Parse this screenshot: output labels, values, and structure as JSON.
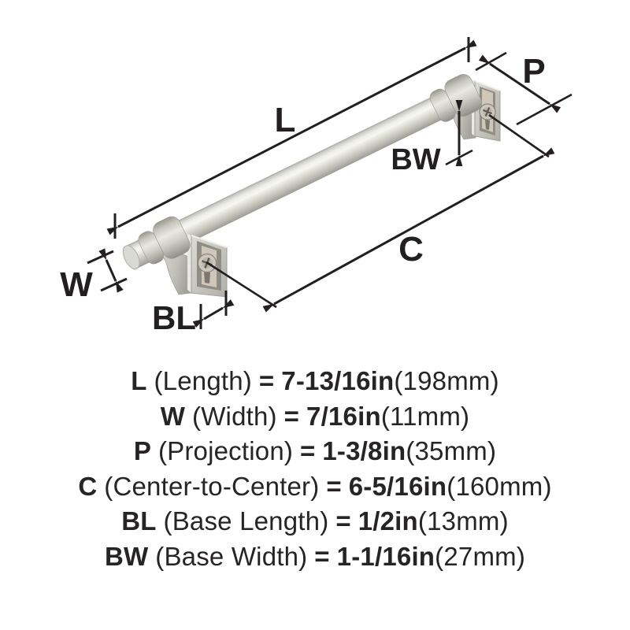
{
  "diagram": {
    "dim_labels": {
      "L": "L",
      "W": "W",
      "P": "P",
      "C": "C",
      "BL": "BL",
      "BW": "BW"
    }
  },
  "specs": [
    {
      "code": "L",
      "name": "(Length)",
      "eq": "=",
      "imperial": "7-13/16in",
      "metric": "(198mm)"
    },
    {
      "code": "W",
      "name": "(Width)",
      "eq": "=",
      "imperial": "7/16in",
      "metric": "(11mm)"
    },
    {
      "code": "P",
      "name": "(Projection)",
      "eq": "=",
      "imperial": "1-3/8in",
      "metric": "(35mm)"
    },
    {
      "code": "C",
      "name": "(Center-to-Center)",
      "eq": "=",
      "imperial": "6-5/16in",
      "metric": "(160mm)"
    },
    {
      "code": "BL",
      "name": "(Base Length)",
      "eq": "=",
      "imperial": "1/2in",
      "metric": "(13mm)"
    },
    {
      "code": "BW",
      "name": "(Base Width)",
      "eq": "=",
      "imperial": "1-1/16in",
      "metric": "(27mm)"
    }
  ],
  "colors": {
    "background": "#ffffff",
    "dimension_lines": "#231f20",
    "text": "#272425",
    "metal_highlight": "#f6f6f2",
    "metal_mid": "#d6d6d0",
    "metal_shadow": "#9c9c94",
    "plate_recess": "#8e8e86",
    "plate_insert": "#cfc7b8"
  }
}
